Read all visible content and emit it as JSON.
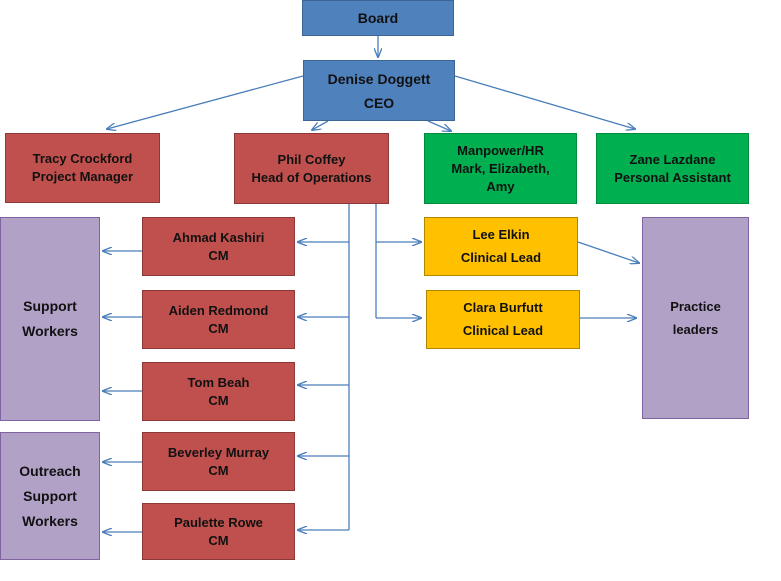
{
  "colors": {
    "blue": "#4f81bd",
    "red": "#c0504d",
    "green": "#00b050",
    "yellow": "#ffc000",
    "purple": "#b2a1c7",
    "connector": "#4a7ebb"
  },
  "nodes": {
    "board": {
      "lines": [
        "Board"
      ]
    },
    "ceo": {
      "lines": [
        "Denise Doggett",
        "CEO"
      ]
    },
    "project_manager": {
      "lines": [
        "Tracy Crockford",
        "Project Manager"
      ]
    },
    "head_operations": {
      "lines": [
        "Phil Coffey",
        "Head of Operations"
      ]
    },
    "manpower_hr": {
      "lines": [
        "Manpower/HR",
        "Mark, Elizabeth,",
        "Amy"
      ]
    },
    "personal_assistant": {
      "lines": [
        "Zane Lazdane",
        "Personal Assistant"
      ]
    },
    "cm_ahmad": {
      "lines": [
        "Ahmad Kashiri",
        "CM"
      ]
    },
    "cm_aiden": {
      "lines": [
        "Aiden Redmond",
        "CM"
      ]
    },
    "cm_tom": {
      "lines": [
        "Tom Beah",
        "CM"
      ]
    },
    "cm_beverley": {
      "lines": [
        "Beverley Murray",
        "CM"
      ]
    },
    "cm_paulette": {
      "lines": [
        "Paulette Rowe",
        "CM"
      ]
    },
    "lead_lee": {
      "lines": [
        "Lee Elkin",
        "Clinical Lead"
      ]
    },
    "lead_clara": {
      "lines": [
        "Clara Burfutt",
        "Clinical Lead"
      ]
    },
    "support_workers": {
      "lines": [
        "Support",
        "Workers"
      ]
    },
    "outreach_workers": {
      "lines": [
        "Outreach",
        "Support",
        "Workers"
      ]
    },
    "practice_leaders": {
      "lines": [
        "Practice",
        "leaders"
      ]
    }
  }
}
